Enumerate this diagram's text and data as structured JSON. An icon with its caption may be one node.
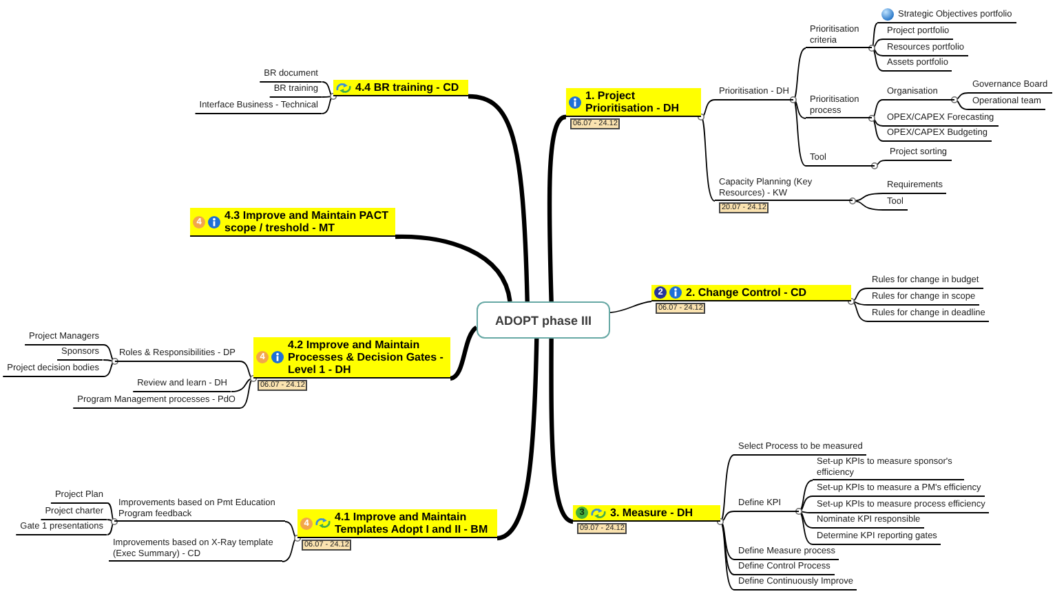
{
  "diagram": {
    "nodes": [
      {
        "text": [
          "ADOPT phase III"
        ]
      },
      {
        "text": [
          "1. Project Prioritisation - DH"
        ],
        "beside": [
          "06.07 - 24.12"
        ]
      },
      {
        "text": [
          "Prioritisation - DH"
        ]
      },
      {
        "text": [
          "Prioritisation criteria"
        ]
      },
      {
        "text": [
          "Strategic Objectives portfolio"
        ]
      },
      {
        "text": [
          "Project portfolio"
        ]
      },
      {
        "text": [
          "Resources portfolio"
        ]
      },
      {
        "text": [
          "Assets portfolio"
        ]
      },
      {
        "text": [
          "Prioritisation process"
        ]
      },
      {
        "text": [
          "Organisation"
        ]
      },
      {
        "text": [
          "Governance Board"
        ]
      },
      {
        "text": [
          "Operational team"
        ]
      },
      {
        "text": [
          "OPEX/CAPEX Forecasting"
        ]
      },
      {
        "text": [
          "OPEX/CAPEX Budgeting"
        ]
      },
      {
        "text": [
          "Tool"
        ]
      },
      {
        "text": [
          "Project sorting"
        ]
      },
      {
        "text": [
          "Capacity Planning (Key Resources) - KW"
        ],
        "beside": [
          "20.07 - 24.12"
        ]
      },
      {
        "text": [
          "Requirements"
        ]
      },
      {
        "text": [
          "Tool"
        ]
      },
      {
        "text": [
          "2",
          "2. Change Control - CD"
        ],
        "beside": [
          "06.07 - 24.12"
        ]
      },
      {
        "text": [
          "Rules for change in budget"
        ]
      },
      {
        "text": [
          "Rules for change in scope"
        ]
      },
      {
        "text": [
          "Rules for change in deadline"
        ]
      },
      {
        "text": [
          "3",
          "3. Measure - DH"
        ],
        "beside": [
          "09.07 - 24.12"
        ]
      },
      {
        "text": [
          "Select Process to be measured"
        ]
      },
      {
        "text": [
          "Define KPI"
        ]
      },
      {
        "text": [
          "Set-up KPIs to measure sponsor's efficiency"
        ]
      },
      {
        "text": [
          "Set-up KPIs to measure a PM's efficiency"
        ]
      },
      {
        "text": [
          "Set-up KPIs to measure process efficiency"
        ]
      },
      {
        "text": [
          "Nominate KPI responsible"
        ]
      },
      {
        "text": [
          "Determine KPI reporting gates"
        ]
      },
      {
        "text": [
          "Define Measure process"
        ]
      },
      {
        "text": [
          "Define Control Process"
        ]
      },
      {
        "text": [
          "Define Continuously Improve"
        ]
      },
      {
        "text": [
          "4",
          "4.1 Improve and Maintain Templates Adopt I and II - BM"
        ],
        "beside": [
          "06.07 - 24.12"
        ]
      },
      {
        "text": [
          "Improvements based on Pmt Education Program feedback"
        ]
      },
      {
        "text": [
          "Project Plan"
        ]
      },
      {
        "text": [
          "Project charter"
        ]
      },
      {
        "text": [
          "Gate 1 presentations"
        ]
      },
      {
        "text": [
          "Improvements based on X-Ray template (Exec Summary) - CD"
        ]
      },
      {
        "text": [
          "4",
          "4.2 Improve and Maintain Processes & Decision Gates - Level 1 - DH"
        ],
        "beside": [
          "06.07 - 24.12"
        ]
      },
      {
        "text": [
          "Roles & Responsibilities - DP"
        ]
      },
      {
        "text": [
          "Project Managers"
        ]
      },
      {
        "text": [
          "Sponsors"
        ]
      },
      {
        "text": [
          "Project decision bodies"
        ]
      },
      {
        "text": [
          "Review and learn - DH"
        ]
      },
      {
        "text": [
          "Program Management processes - PdO"
        ]
      },
      {
        "text": [
          "4",
          "4.3 Improve and Maintain PACT scope / treshold - MT"
        ]
      },
      {
        "text": [
          "4.4 BR training - CD"
        ]
      },
      {
        "text": [
          "BR document"
        ]
      },
      {
        "text": [
          "BR training"
        ]
      },
      {
        "text": [
          "Interface Business - Technical"
        ]
      }
    ],
    "edges": [
      {
        "from": 0,
        "to": 1,
        "arrow": "none",
        "style": "thick"
      },
      {
        "from": 0,
        "to": 19,
        "arrow": "none"
      },
      {
        "from": 0,
        "to": 23,
        "arrow": "none",
        "style": "thick"
      },
      {
        "from": 0,
        "to": 34,
        "arrow": "none",
        "style": "thick"
      },
      {
        "from": 0,
        "to": 40,
        "arrow": "none",
        "style": "thick"
      },
      {
        "from": 0,
        "to": 47,
        "arrow": "none",
        "style": "thick"
      },
      {
        "from": 0,
        "to": 48,
        "arrow": "none",
        "style": "thick"
      },
      {
        "from": 1,
        "to": 2,
        "arrow": "none"
      },
      {
        "from": 1,
        "to": 16,
        "arrow": "none"
      },
      {
        "from": 2,
        "to": 3,
        "arrow": "none"
      },
      {
        "from": 2,
        "to": 8,
        "arrow": "none"
      },
      {
        "from": 2,
        "to": 14,
        "arrow": "none"
      },
      {
        "from": 3,
        "to": 4,
        "arrow": "none"
      },
      {
        "from": 3,
        "to": 5,
        "arrow": "none"
      },
      {
        "from": 3,
        "to": 6,
        "arrow": "none"
      },
      {
        "from": 3,
        "to": 7,
        "arrow": "none"
      },
      {
        "from": 8,
        "to": 9,
        "arrow": "none"
      },
      {
        "from": 8,
        "to": 12,
        "arrow": "none"
      },
      {
        "from": 8,
        "to": 13,
        "arrow": "none"
      },
      {
        "from": 9,
        "to": 10,
        "arrow": "none"
      },
      {
        "from": 9,
        "to": 11,
        "arrow": "none"
      },
      {
        "from": 14,
        "to": 15,
        "arrow": "none"
      },
      {
        "from": 16,
        "to": 17,
        "arrow": "none"
      },
      {
        "from": 16,
        "to": 18,
        "arrow": "none"
      },
      {
        "from": 19,
        "to": 20,
        "arrow": "none"
      },
      {
        "from": 19,
        "to": 21,
        "arrow": "none"
      },
      {
        "from": 19,
        "to": 22,
        "arrow": "none"
      },
      {
        "from": 23,
        "to": 24,
        "arrow": "none"
      },
      {
        "from": 23,
        "to": 25,
        "arrow": "none"
      },
      {
        "from": 23,
        "to": 31,
        "arrow": "none"
      },
      {
        "from": 23,
        "to": 32,
        "arrow": "none"
      },
      {
        "from": 23,
        "to": 33,
        "arrow": "none"
      },
      {
        "from": 25,
        "to": 26,
        "arrow": "none"
      },
      {
        "from": 25,
        "to": 27,
        "arrow": "none"
      },
      {
        "from": 25,
        "to": 28,
        "arrow": "none"
      },
      {
        "from": 25,
        "to": 29,
        "arrow": "none"
      },
      {
        "from": 25,
        "to": 30,
        "arrow": "none"
      },
      {
        "from": 34,
        "to": 35,
        "arrow": "none"
      },
      {
        "from": 34,
        "to": 39,
        "arrow": "none"
      },
      {
        "from": 35,
        "to": 36,
        "arrow": "none"
      },
      {
        "from": 35,
        "to": 37,
        "arrow": "none"
      },
      {
        "from": 35,
        "to": 38,
        "arrow": "none"
      },
      {
        "from": 40,
        "to": 41,
        "arrow": "none"
      },
      {
        "from": 40,
        "to": 45,
        "arrow": "none"
      },
      {
        "from": 40,
        "to": 46,
        "arrow": "none"
      },
      {
        "from": 41,
        "to": 42,
        "arrow": "none"
      },
      {
        "from": 41,
        "to": 43,
        "arrow": "none"
      },
      {
        "from": 41,
        "to": 44,
        "arrow": "none"
      },
      {
        "from": 48,
        "to": 49,
        "arrow": "none"
      },
      {
        "from": 48,
        "to": 50,
        "arrow": "none"
      },
      {
        "from": 48,
        "to": 51,
        "arrow": "none"
      }
    ]
  }
}
